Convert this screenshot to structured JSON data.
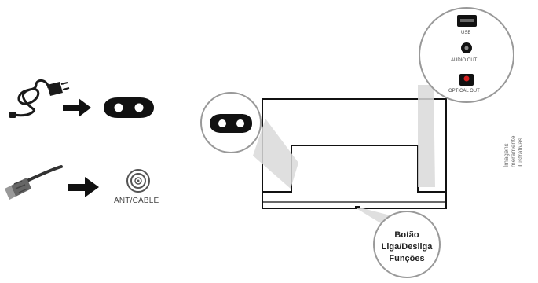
{
  "ports": {
    "ant_cable": "ANT/CABLE",
    "usb": "USB",
    "audio_out": "AUDIO OUT",
    "optical_out": "OPTICAL OUT"
  },
  "power_button": {
    "line1": "Botão",
    "line2": "Liga/Desliga",
    "line3": "Funções"
  },
  "disclaimer": "Imagens meramente ilustrativas"
}
